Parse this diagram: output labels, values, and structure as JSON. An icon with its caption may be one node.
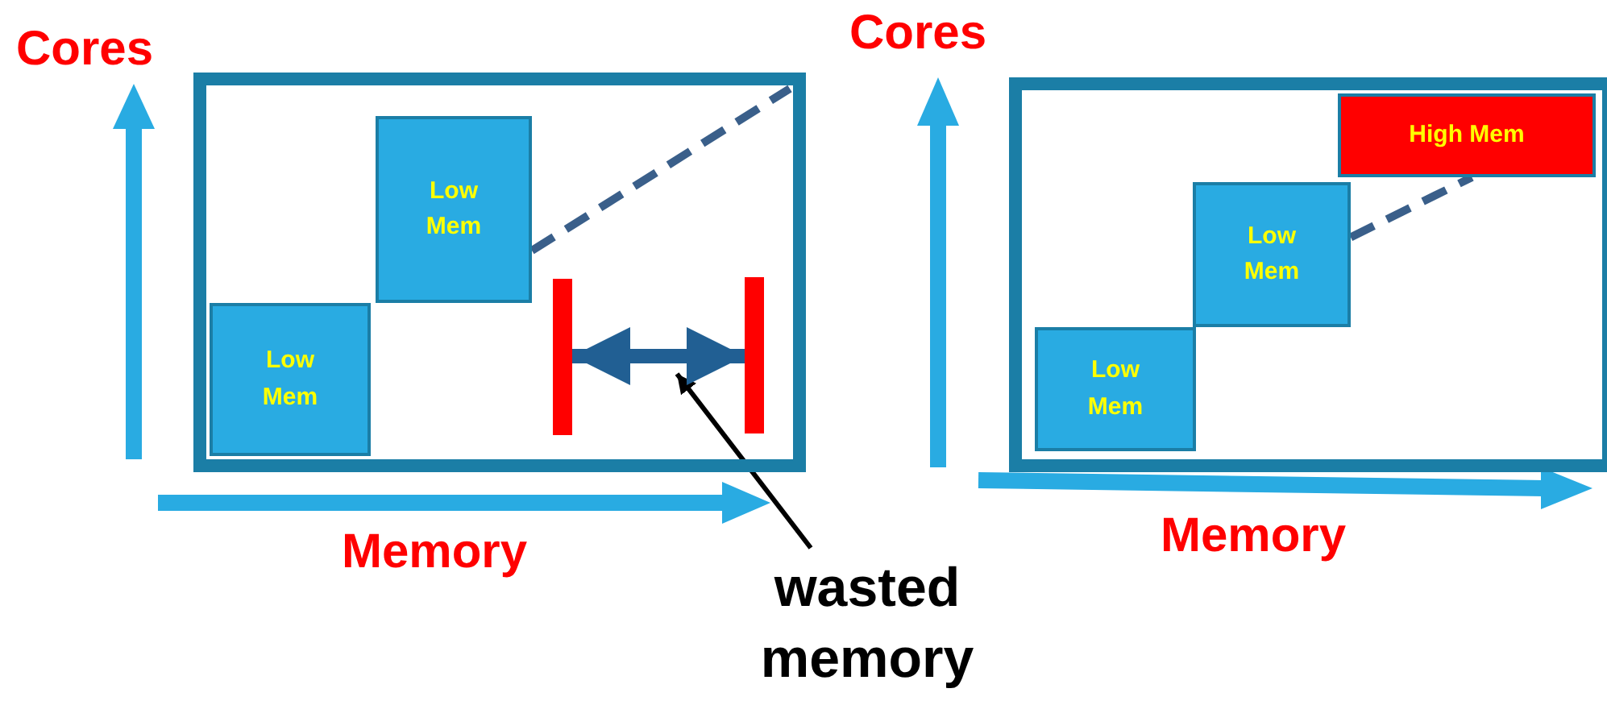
{
  "diagram": {
    "nodes": [
      {
        "text": [],
        "shape": "box"
      },
      {
        "text": [
          "Low Mem"
        ],
        "in": 0
      },
      {
        "text": [
          "Low Mem"
        ],
        "in": 0
      },
      {
        "text": [],
        "shape": "bar",
        "in": 0
      },
      {
        "text": [],
        "shape": "bar",
        "in": 0
      },
      {
        "text": [
          "wasted memory"
        ]
      },
      {
        "text": [],
        "shape": "box"
      },
      {
        "text": [
          "High Mem"
        ],
        "in": 6
      },
      {
        "text": [
          "Low Mem"
        ],
        "in": 6
      },
      {
        "text": [
          "Low Mem"
        ],
        "in": 6
      }
    ],
    "edges": [
      {
        "from": 3,
        "to": 4,
        "arrow": "both",
        "style": "thick",
        "color": "#215f93"
      },
      {
        "from": 5,
        "to": null,
        "arrow": "to",
        "color": "#000000"
      },
      {
        "from": 1,
        "to": 0,
        "arrow": "none",
        "style": "dashed",
        "color": "#3a5f8a"
      },
      {
        "from": 8,
        "to": 7,
        "arrow": "none",
        "style": "dashed",
        "color": "#3a5f8a"
      }
    ],
    "labels": [
      "Cores",
      "Cores",
      "Memory",
      "Memory"
    ]
  }
}
